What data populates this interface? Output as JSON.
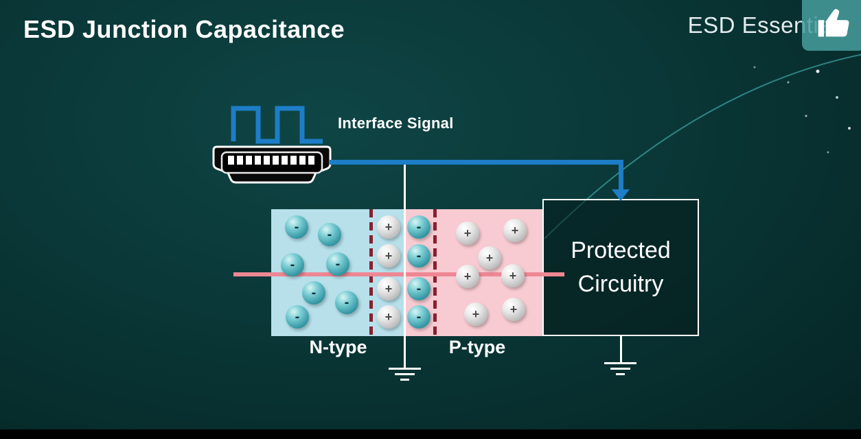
{
  "header": {
    "title": "ESD Junction Capacitance",
    "brand": "ESD Essentials"
  },
  "diagram": {
    "interface_signal": "Interface Signal",
    "regions": {
      "n_label": "N-type",
      "p_label": "P-type"
    },
    "protected_box": {
      "line1": "Protected",
      "line2": "Circuitry"
    },
    "symbols": {
      "minus": "-",
      "plus": "+"
    },
    "colors": {
      "signal_blue": "#1d7dc6",
      "n_region_blue": "#b7e0eb",
      "p_region_pink": "#f8cbd2",
      "depletion_dash_red": "#8a1f2e",
      "junction_line_pink": "#ee8794",
      "electron_teal": "#379aa6",
      "hole_gray": "#bcbcbc",
      "background_teal": "#0a3737",
      "like_tile_teal": "#489e9e"
    }
  }
}
